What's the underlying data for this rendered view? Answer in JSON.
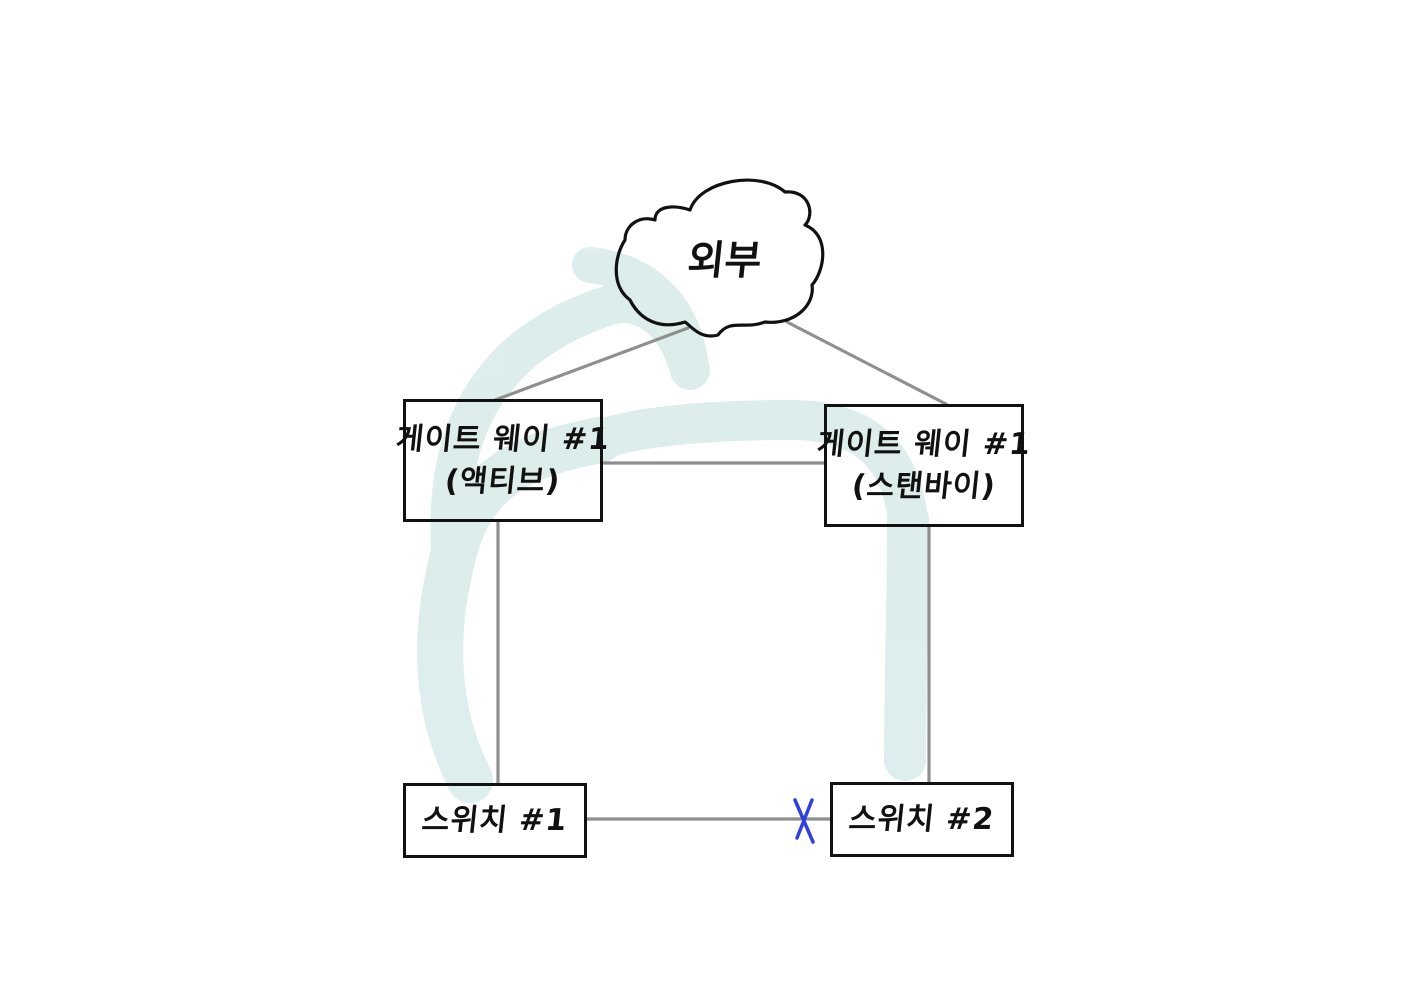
{
  "diagram": {
    "cloud": {
      "label": "외부"
    },
    "gateway1": {
      "line1": "게이트 웨이 #1",
      "line2": "(액티브)"
    },
    "gateway2": {
      "line1": "게이트 웨이 #1",
      "line2": "(스탠바이)"
    },
    "switch1": {
      "label": "스위치 #1"
    },
    "switch2": {
      "label": "스위치 #2"
    },
    "colors": {
      "link": "#8f8f8f",
      "outline": "#111111",
      "path_highlight": "#dbeceb",
      "fault_marker": "#2f3fe0"
    },
    "failed_link": "스위치 #1 — 스위치 #2"
  }
}
